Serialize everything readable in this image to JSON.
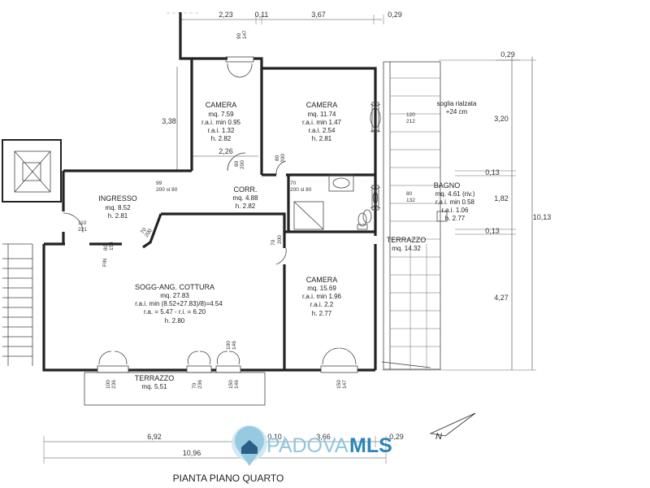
{
  "title": "PIANTA PIANO QUARTO",
  "logo": {
    "text_a": "PADOVA",
    "text_b": "MLS",
    "color_a": "#8fc6de",
    "color_b": "#2a86b7",
    "pin_color": "#8fc6de"
  },
  "rooms": {
    "camera_a": [
      "CAMERA",
      "mq. 7.59",
      "r.a.i. min 0.95",
      "r.a.i. 1.32",
      "h. 2.82"
    ],
    "camera_b": [
      "CAMERA",
      "mq. 11.74",
      "r.a.i. min 1.47",
      "r.a.i. 2.54",
      "h. 2.81"
    ],
    "bagno": [
      "BAGNO",
      "mq. 4.61 (riv.)",
      "r.a.i. min 0.58",
      "r.a.i. 1.06",
      "h. 2.77"
    ],
    "ingresso": [
      "INGRESSO",
      "mq. 8.52",
      "h. 2.81"
    ],
    "corr": [
      "CORR.",
      "mq. 4.88",
      "h. 2.82"
    ],
    "terrazzo_e": [
      "TERRAZZO",
      "mq. 14.32"
    ],
    "soggiorno": [
      "SOGG-ANG. COTTURA",
      "mq. 27.83",
      "r.a.i. min (8.52+27.83)/8)=4.54",
      "r.a. = 5.47 - r.i. = 6.20",
      "h. 2.80"
    ],
    "camera_c": [
      "CAMERA",
      "mq. 15.69",
      "r.a.i. min 1.96",
      "r.a.i. 2.2",
      "h. 2.77"
    ],
    "terrazzo_s": [
      "TERRAZZO",
      "mq. 5.51"
    ]
  },
  "notes": {
    "soglia_a": "soglia rialzata",
    "soglia_b": "+24 cm",
    "fin": "FIN"
  },
  "dims": {
    "top": [
      "2,23",
      "0,11",
      "3,67",
      "0,29"
    ],
    "right": [
      "0,29",
      "3,20",
      "0,13",
      "1,82",
      "0,13",
      "4,27"
    ],
    "total_right": "10,13",
    "bottom": [
      "6,92",
      "0,10",
      "3,66",
      "0,29"
    ],
    "total_bottom": "10,96",
    "left": "3,38",
    "inner": "2,26"
  },
  "openings": {
    "w_top": [
      "90",
      "147"
    ],
    "w_east": [
      "120",
      "212"
    ],
    "w_bagno": [
      "80",
      "132"
    ],
    "d_camera_a": [
      "80",
      "200"
    ],
    "d_camera_b": [
      "80",
      "200"
    ],
    "d_ingresso": [
      "99",
      "200 sl 80"
    ],
    "d_bagno": [
      "70",
      "200 sl 80"
    ],
    "d_camera_c": [
      "70",
      "200"
    ],
    "d_sogg": [
      "80",
      "154"
    ],
    "d_sogg_b": [
      "70",
      "200"
    ],
    "d_entry": [
      "110",
      "221"
    ],
    "w_s1": [
      "100",
      "236"
    ],
    "w_s2": [
      "70",
      "236"
    ],
    "w_s3": [
      "150",
      "146"
    ],
    "w_s4": [
      "100",
      "146"
    ],
    "w_s5": [
      "150",
      "147"
    ]
  }
}
